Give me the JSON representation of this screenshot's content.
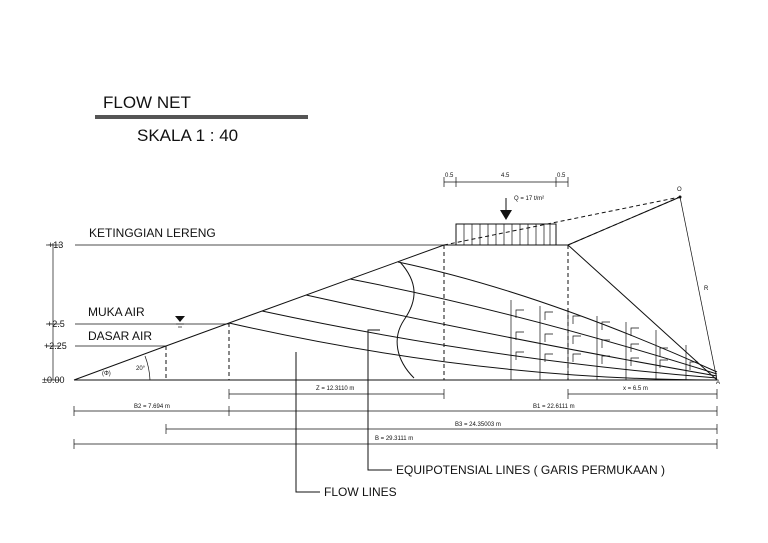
{
  "title": "FLOW NET",
  "scale": "SKALA 1 : 40",
  "levels": {
    "top": "+13",
    "water": "+2.5",
    "base": "+2.25",
    "zero": "±0.00"
  },
  "labels": {
    "slope_height": "KETINGGIAN LERENG",
    "water_level": "MUKA AIR",
    "water_base": "DASAR AIR",
    "equipotential": "EQUIPOTENSIAL LINES ( GARIS PERMUKAAN )",
    "flow_lines": "FLOW LINES",
    "phi": "(Φ)",
    "angle": "20°",
    "center": "O",
    "radius": "R",
    "toe": "A"
  },
  "load": {
    "q": "Q = 17 t/m²",
    "w_left": "0.5",
    "w_mid": "4.5",
    "w_right": "0.5"
  },
  "dims": {
    "z": "Z = 12.3110 m",
    "x": "x = 6.5 m",
    "b2": "B2 = 7.694 m",
    "b1": "B1 = 22.6111 m",
    "b3": "B3 = 24.35003 m",
    "b": "B = 29.3111 m"
  }
}
